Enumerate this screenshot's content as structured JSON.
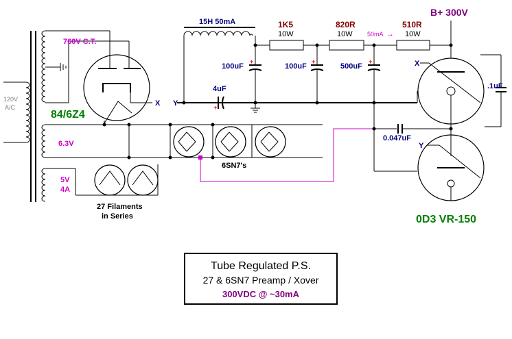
{
  "transformer": {
    "primary_voltage": "120V",
    "primary_type": "A/C",
    "hv_secondary": "760V C.T.",
    "filament_low": "6.3V",
    "rect_fil_voltage": "5V",
    "rect_fil_current": "4A"
  },
  "rectifier_tube": "84/6Z4",
  "choke": "15H 50mA",
  "resistors": [
    {
      "value": "1K5",
      "rating": "10W"
    },
    {
      "value": "820R",
      "rating": "10W"
    },
    {
      "value": "510R",
      "rating": "10W"
    }
  ],
  "current_note": "50mA",
  "current_arrow": "→",
  "capacitors": {
    "c_coupling": "4uF",
    "c1": "100uF",
    "c2": "100uF",
    "c3": "500uF",
    "c_bypass": ".1uF",
    "c_grid": "0.047uF"
  },
  "polarity_mark": "+",
  "node_labels": {
    "x": "X",
    "y": "Y"
  },
  "bplus": "B+ 300V",
  "regulator_tubes": "0D3 VR-150",
  "filament_tubes_label": "6SN7's",
  "filament_string_label": [
    "27 Filaments",
    "in Series"
  ],
  "title_box": {
    "title": "Tube Regulated P.S.",
    "subtitle": "27 & 6SN7 Preamp / Xover",
    "spec": "300VDC @ ~30mA"
  },
  "colors": {
    "resistor_label": "#800000",
    "rectifier_label": "#008000",
    "transformer_label": "#cc00cc",
    "bplus": "#800080",
    "cap_label": "#000080",
    "magenta_wire": "#cc00cc"
  }
}
